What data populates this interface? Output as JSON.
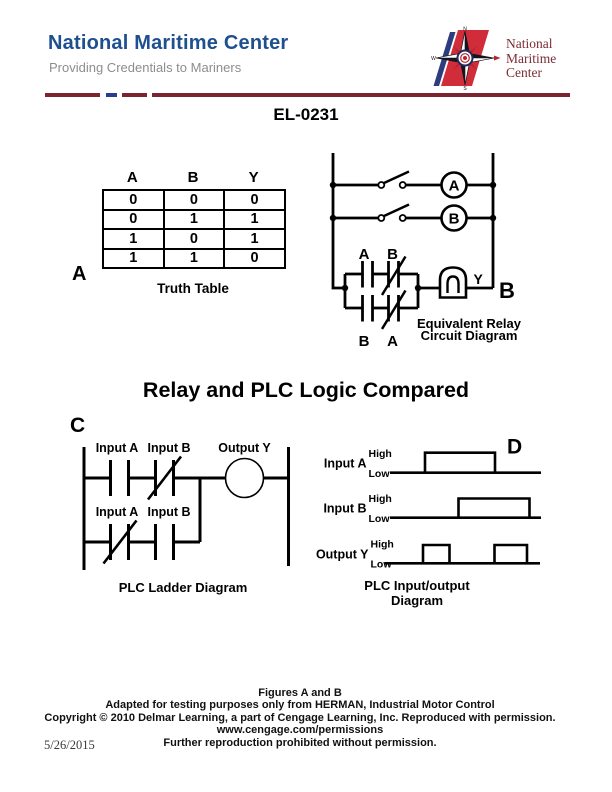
{
  "header": {
    "title": "National Maritime Center",
    "subtitle": "Providing Credentials to Mariners",
    "logo_icon": "compass-rose-icon",
    "logo_text": {
      "line1": "National",
      "line2": "Maritime",
      "line3": "Center"
    }
  },
  "doc_id": "EL-0231",
  "figure_a": {
    "label": "A",
    "caption": "Truth Table",
    "table": {
      "headers": [
        "A",
        "B",
        "Y"
      ],
      "rows": [
        [
          "0",
          "0",
          "0"
        ],
        [
          "0",
          "1",
          "1"
        ],
        [
          "1",
          "0",
          "1"
        ],
        [
          "1",
          "1",
          "0"
        ]
      ]
    }
  },
  "figure_b": {
    "label": "B",
    "coil_a": "A",
    "coil_b": "B",
    "contact_top_left": "A",
    "contact_top_right": "B",
    "contact_bottom_left": "B",
    "contact_bottom_right": "A",
    "output_label": "Y",
    "caption_line1": "Equivalent Relay",
    "caption_line2": "Circuit Diagram"
  },
  "section_heading": "Relay and PLC Logic Compared",
  "figure_c": {
    "label": "C",
    "rung1_contact1": "Input A",
    "rung1_contact2": "Input B",
    "rung1_output": "Output Y",
    "rung2_contact1": "Input A",
    "rung2_contact2": "Input B",
    "caption": "PLC Ladder Diagram"
  },
  "figure_d": {
    "label": "D",
    "caption": "PLC Input/output Diagram",
    "rows": [
      {
        "name": "Input A",
        "high": "High",
        "low": "Low"
      },
      {
        "name": "Input B",
        "high": "High",
        "low": "Low"
      },
      {
        "name": "Output Y",
        "high": "High",
        "low": "Low"
      }
    ],
    "waveforms": {
      "input_a": {
        "pulses": [
          [
            425,
            495
          ]
        ]
      },
      "input_b": {
        "pulses": [
          [
            458,
            529
          ]
        ]
      },
      "output_y": {
        "pulses": [
          [
            423,
            449
          ],
          [
            494,
            527
          ]
        ]
      }
    }
  },
  "footer": {
    "line1": "Figures A and B",
    "line2": "Adapted for testing purposes only from HERMAN, Industrial Motor Control",
    "line3": "Copyright © 2010 Delmar Learning, a part of Cengage Learning, Inc. Reproduced with permission.",
    "line4": "www.cengage.com/permissions",
    "line5": "Further reproduction prohibited without permission.",
    "date": "5/26/2015"
  },
  "colors": {
    "title_blue": "#1e4f8f",
    "subtitle_gray": "#8d8d8d",
    "divider_red": "#7a2431",
    "divider_blue": "#2c3c8c",
    "logo_red": "#d02c3a",
    "logo_text_maroon": "#7b2d35",
    "diagram_black": "#000000"
  }
}
